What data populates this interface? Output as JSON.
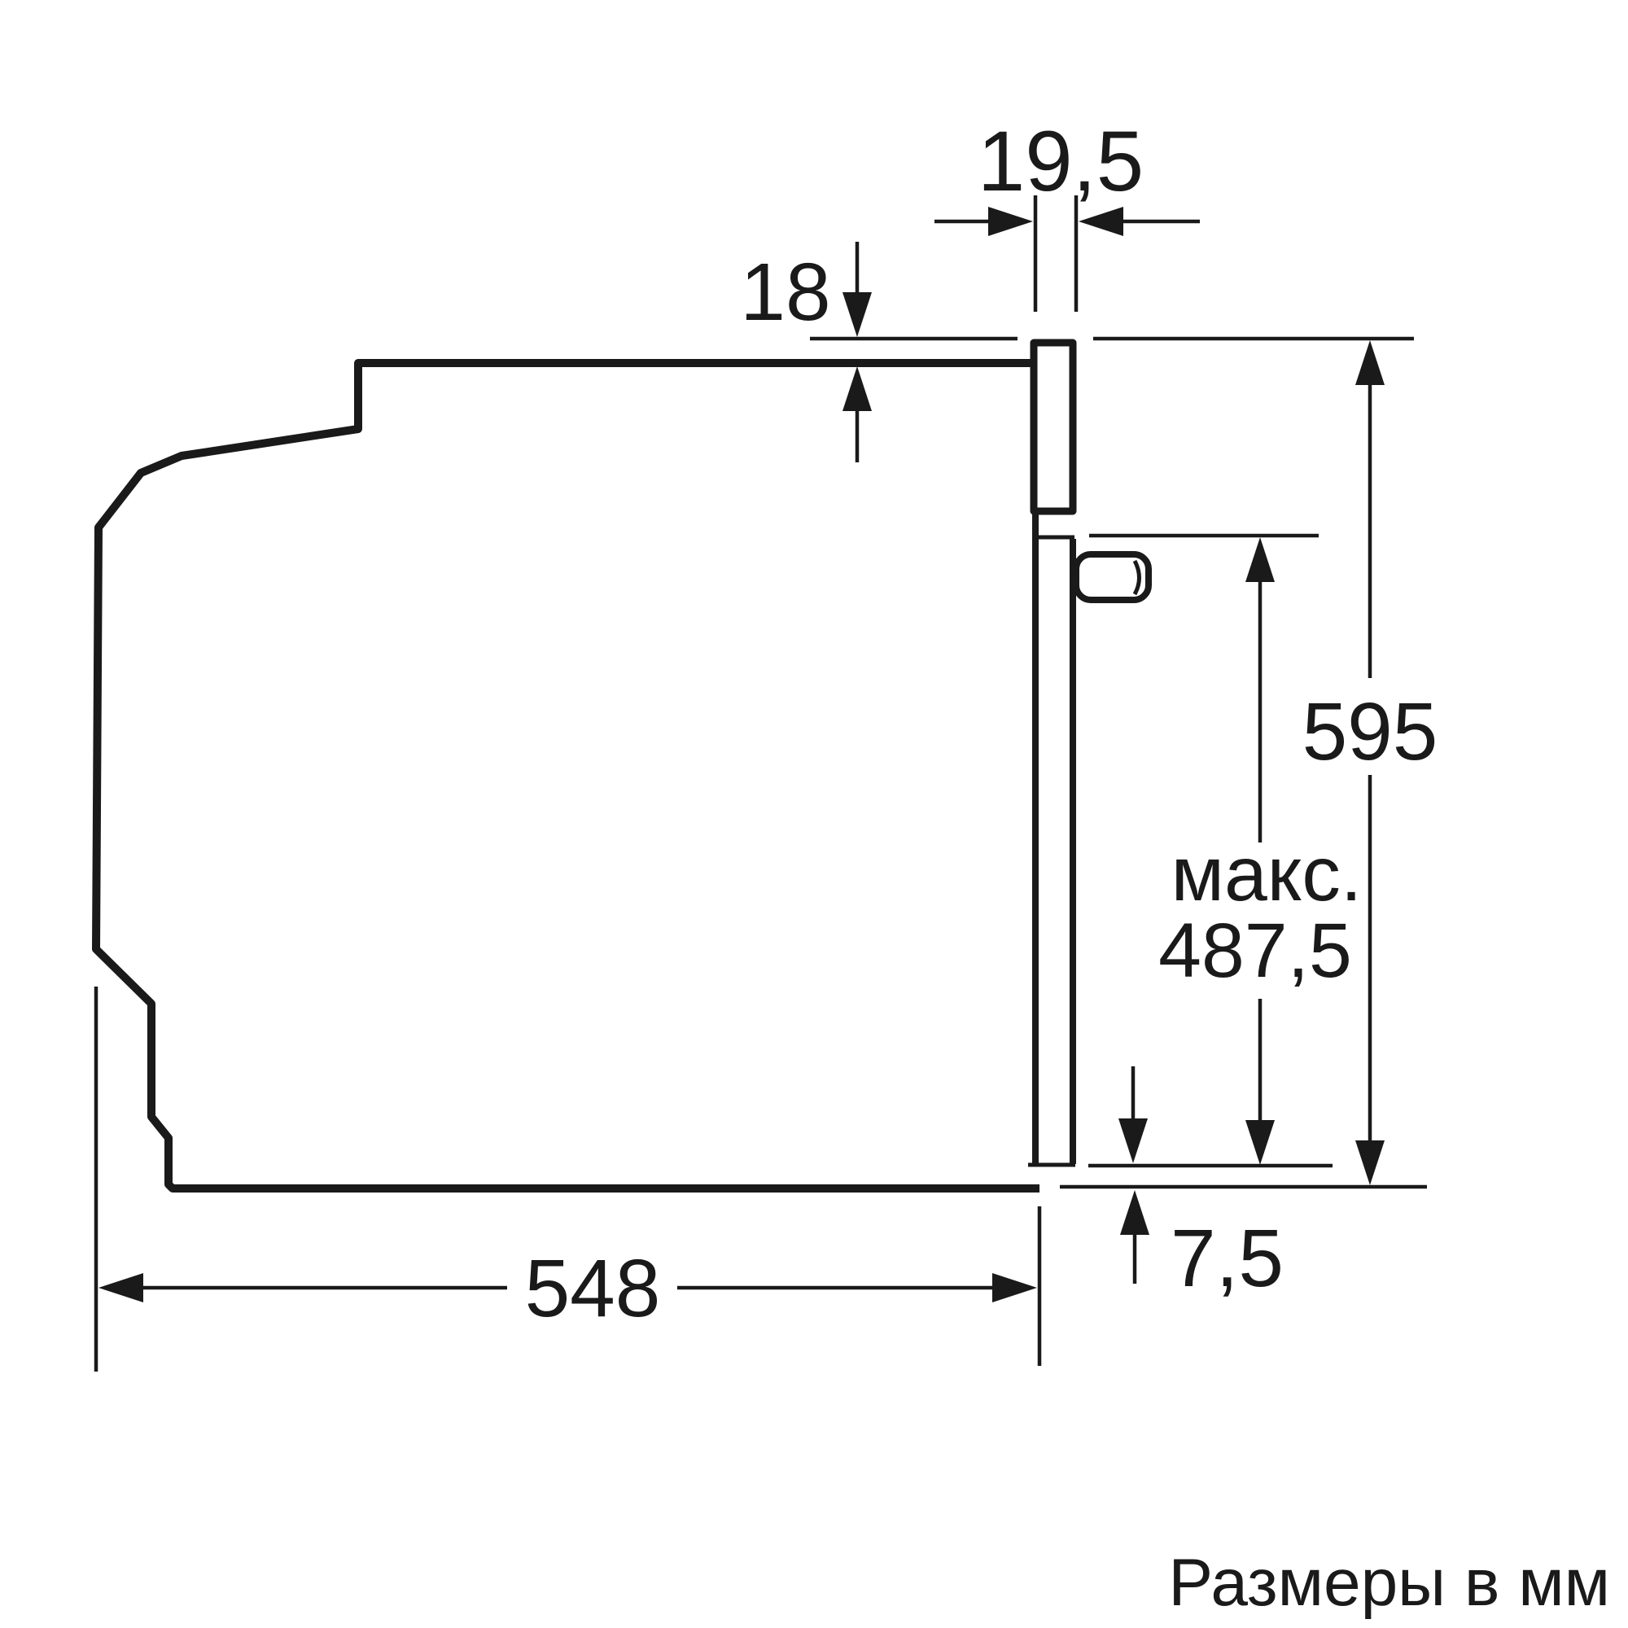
{
  "diagram": {
    "title_note": "Размеры в мм",
    "labels": {
      "top_gap": "19,5",
      "top_overhang": "18",
      "total_height": "595",
      "max_prefix": "макс.",
      "max_value": "487,5",
      "bottom_gap": "7,5",
      "depth": "548"
    },
    "dimensions_mm": {
      "door_frame_gap": 19.5,
      "top_overhang": 18,
      "total_height": 595,
      "max_build_in_height": 487.5,
      "bottom_gap": 7.5,
      "body_depth": 548
    },
    "colors": {
      "line": "#1a1a1a",
      "background": "#ffffff"
    }
  }
}
